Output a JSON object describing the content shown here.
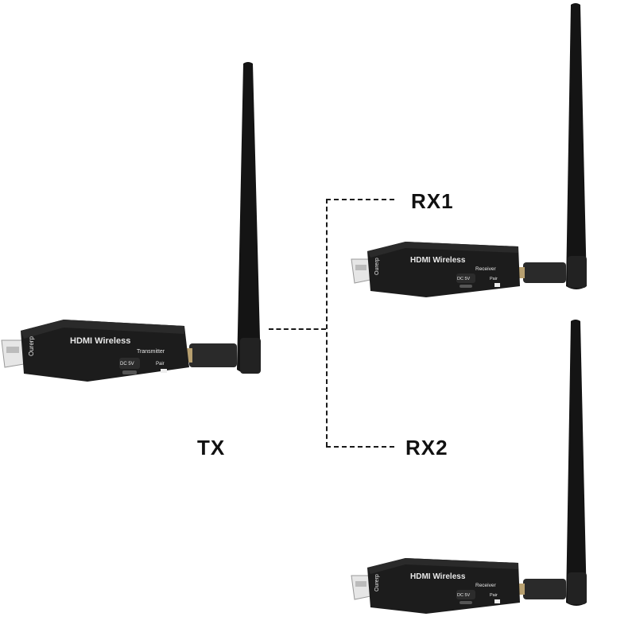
{
  "labels": {
    "tx": "TX",
    "rx1": "RX1",
    "rx2": "RX2"
  },
  "transmitter": {
    "title": "HDMI Wireless",
    "subtitle": "Transmitter",
    "port_label": "DC 5V",
    "button_label": "Pair",
    "brand": "Ourerp"
  },
  "receiver": {
    "title": "HDMI Wireless",
    "subtitle": "Receiver",
    "port_label": "DC 5V",
    "button_label": "Pair",
    "brand": "Ourerp"
  },
  "colors": {
    "device_body": "#1c1c1c",
    "connector": "#e6e6e6",
    "line": "#1a1a1a"
  }
}
